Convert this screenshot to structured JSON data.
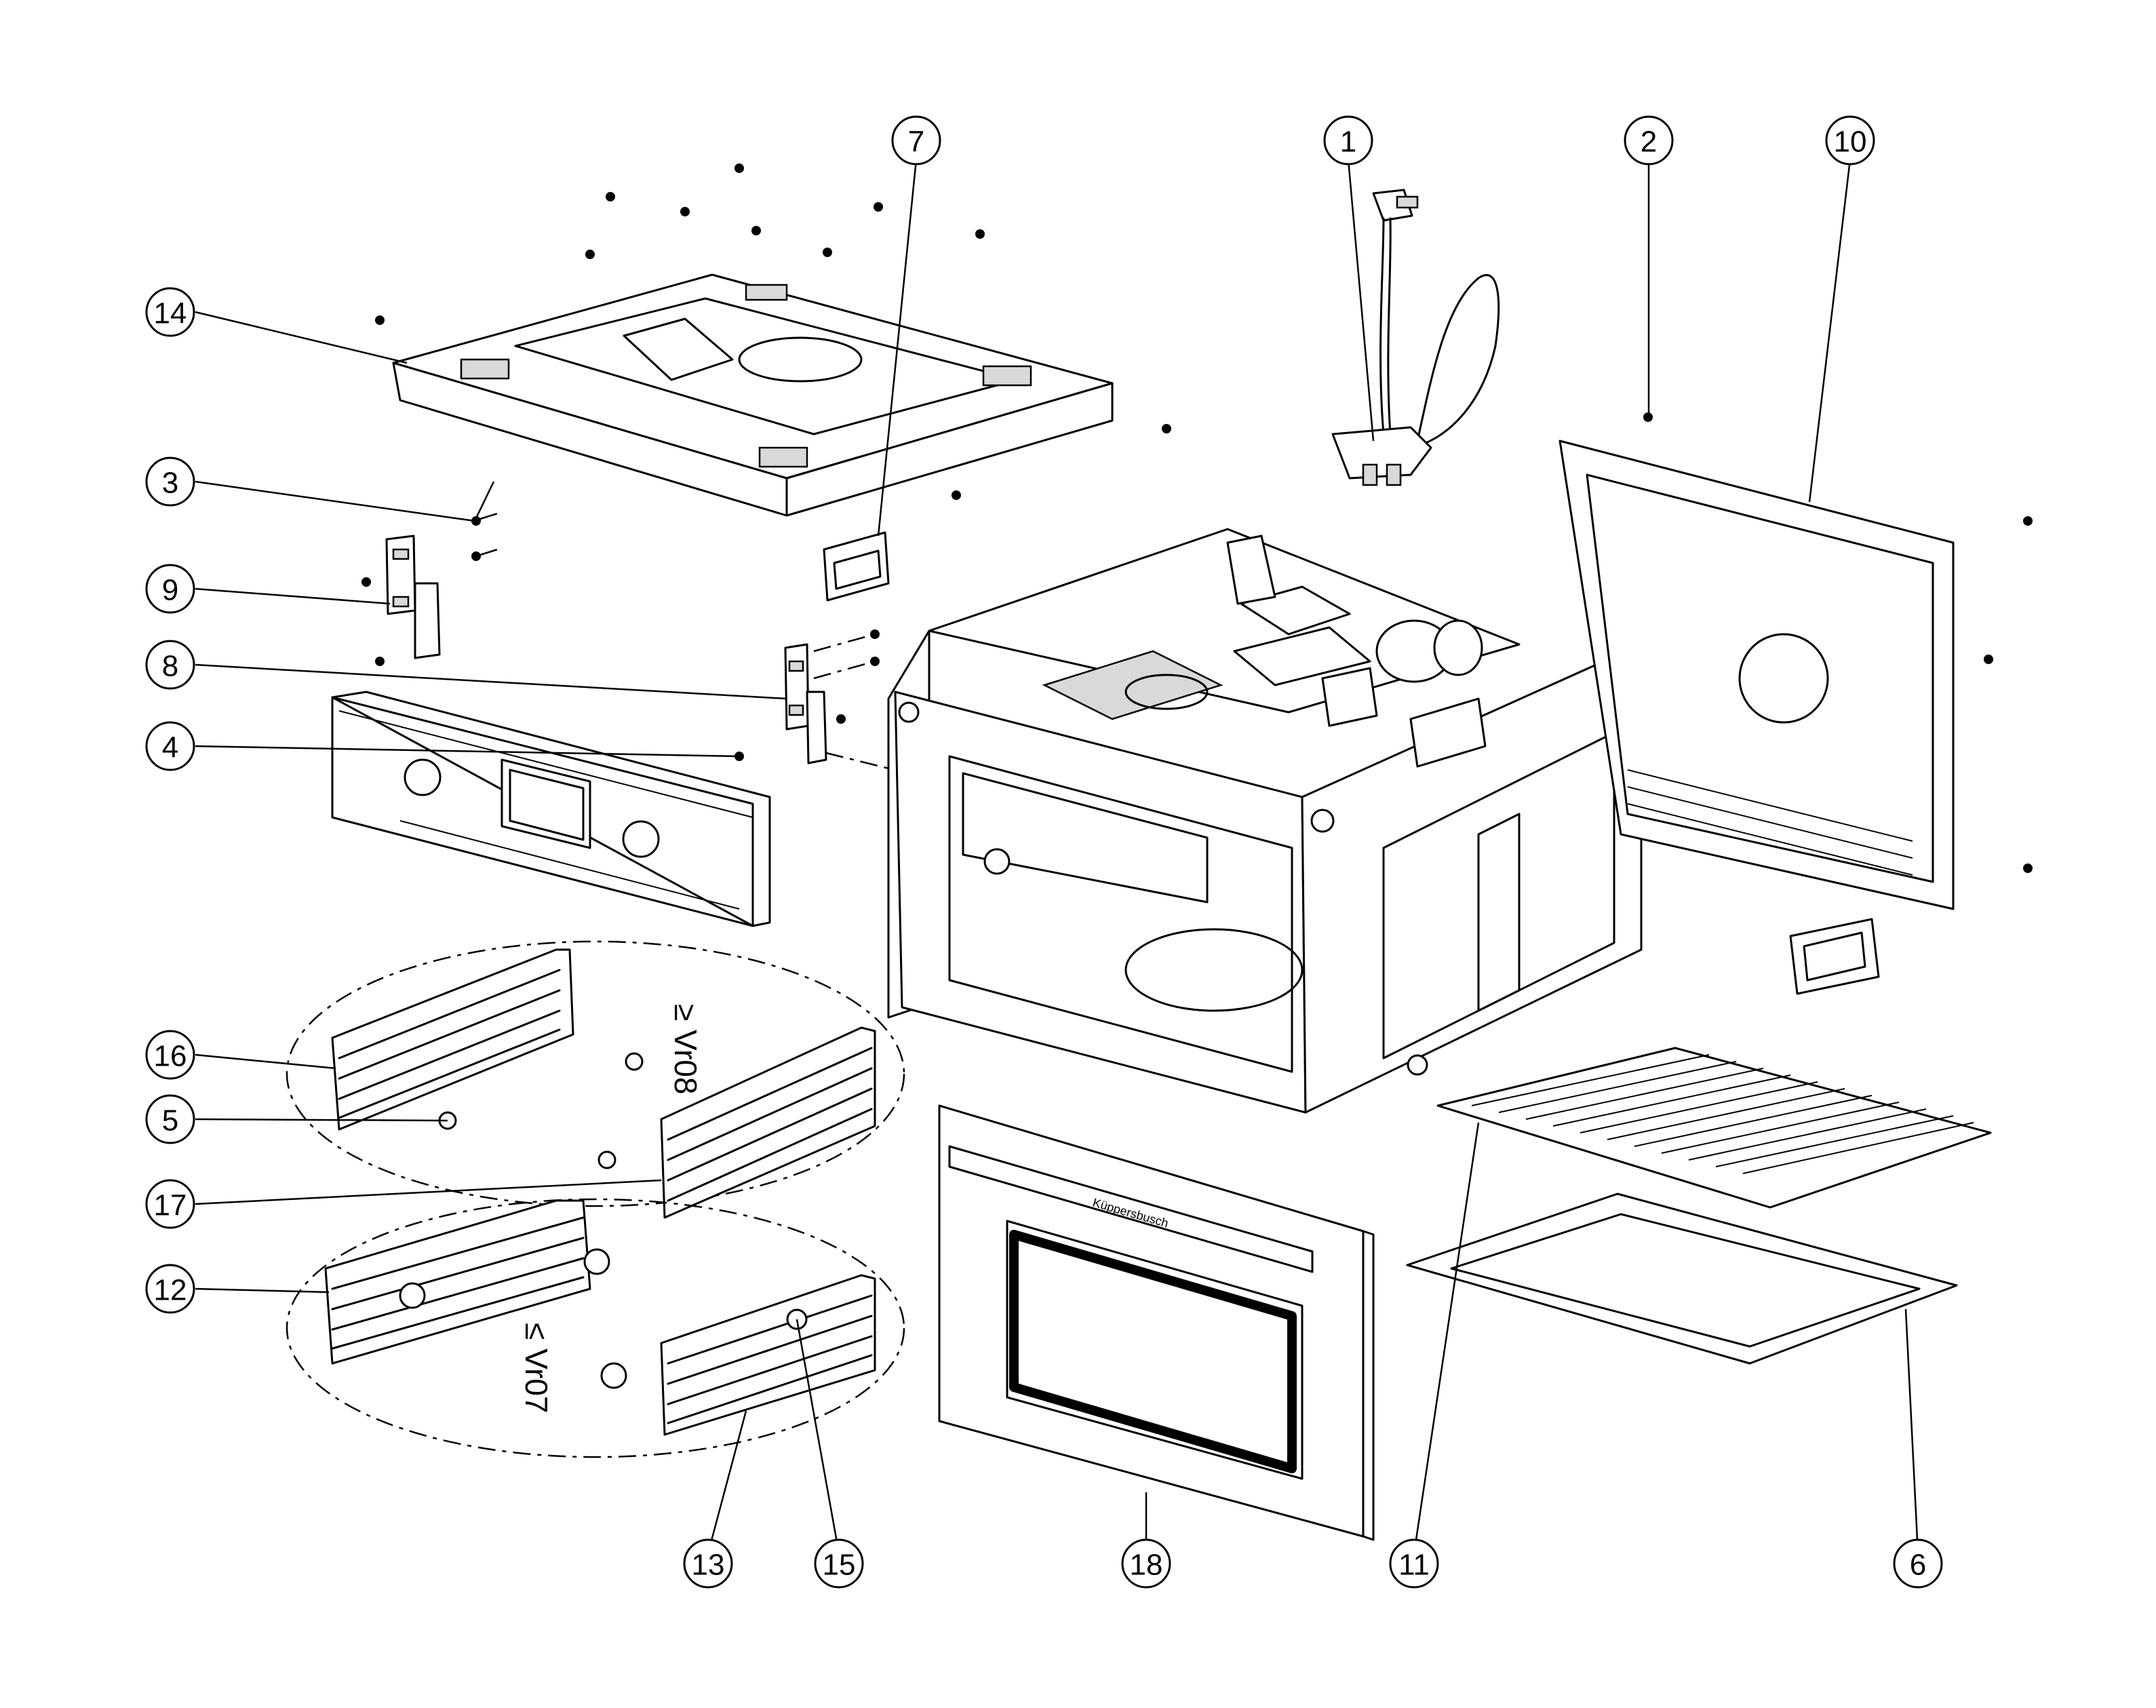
{
  "callouts": [
    {
      "id": "c1",
      "number": "1"
    },
    {
      "id": "c2",
      "number": "2"
    },
    {
      "id": "c3",
      "number": "3"
    },
    {
      "id": "c4",
      "number": "4"
    },
    {
      "id": "c5",
      "number": "5"
    },
    {
      "id": "c6",
      "number": "6"
    },
    {
      "id": "c7",
      "number": "7"
    },
    {
      "id": "c8",
      "number": "8"
    },
    {
      "id": "c9",
      "number": "9"
    },
    {
      "id": "c10",
      "number": "10"
    },
    {
      "id": "c11",
      "number": "11"
    },
    {
      "id": "c12",
      "number": "12"
    },
    {
      "id": "c13",
      "number": "13"
    },
    {
      "id": "c14",
      "number": "14"
    },
    {
      "id": "c15",
      "number": "15"
    },
    {
      "id": "c16",
      "number": "16"
    },
    {
      "id": "c17",
      "number": "17"
    },
    {
      "id": "c18",
      "number": "18"
    }
  ],
  "variant_labels": {
    "upper": "≥ Vr08",
    "lower": "≤ Vr07"
  },
  "door_brand": "Küppersbusch"
}
